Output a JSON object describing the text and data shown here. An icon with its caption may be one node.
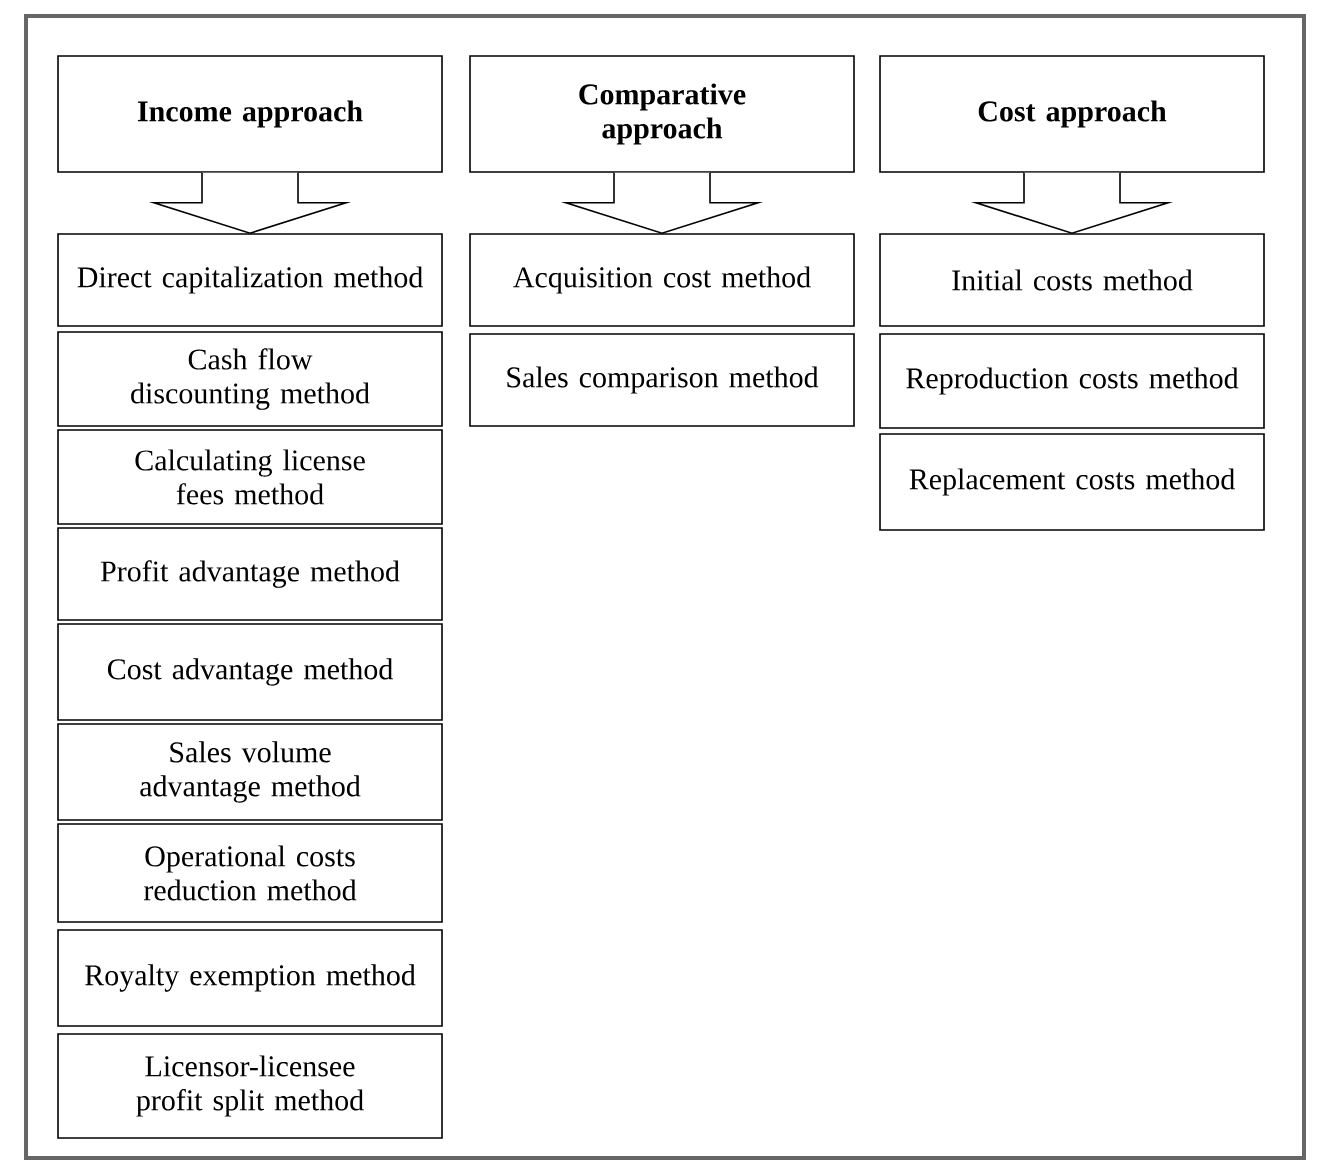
{
  "diagram": {
    "nodes": [
      {
        "text": [
          "Income approach"
        ]
      },
      {
        "text": [
          "Direct capitalization method"
        ]
      },
      {
        "text": [
          "Cash flow discounting method"
        ]
      },
      {
        "text": [
          "Calculating license fees method"
        ]
      },
      {
        "text": [
          "Profit advantage method"
        ]
      },
      {
        "text": [
          "Cost advantage method"
        ]
      },
      {
        "text": [
          "Sales volume advantage method"
        ]
      },
      {
        "text": [
          "Operational costs reduction method"
        ]
      },
      {
        "text": [
          "Royalty exemption method"
        ]
      },
      {
        "text": [
          "Licensor-licensee profit split method"
        ]
      },
      {
        "text": [
          "Comparative approach"
        ]
      },
      {
        "text": [
          "Acquisition cost method"
        ]
      },
      {
        "text": [
          "Sales comparison method"
        ]
      },
      {
        "text": [
          "Cost approach"
        ]
      },
      {
        "text": [
          "Initial costs method"
        ]
      },
      {
        "text": [
          "Reproduction costs method"
        ]
      },
      {
        "text": [
          "Replacement costs method"
        ]
      }
    ],
    "edges": [
      {
        "from": 0,
        "to": 1,
        "arrow": "to"
      },
      {
        "from": 10,
        "to": 11,
        "arrow": "to"
      },
      {
        "from": 13,
        "to": 14,
        "arrow": "to"
      }
    ]
  }
}
